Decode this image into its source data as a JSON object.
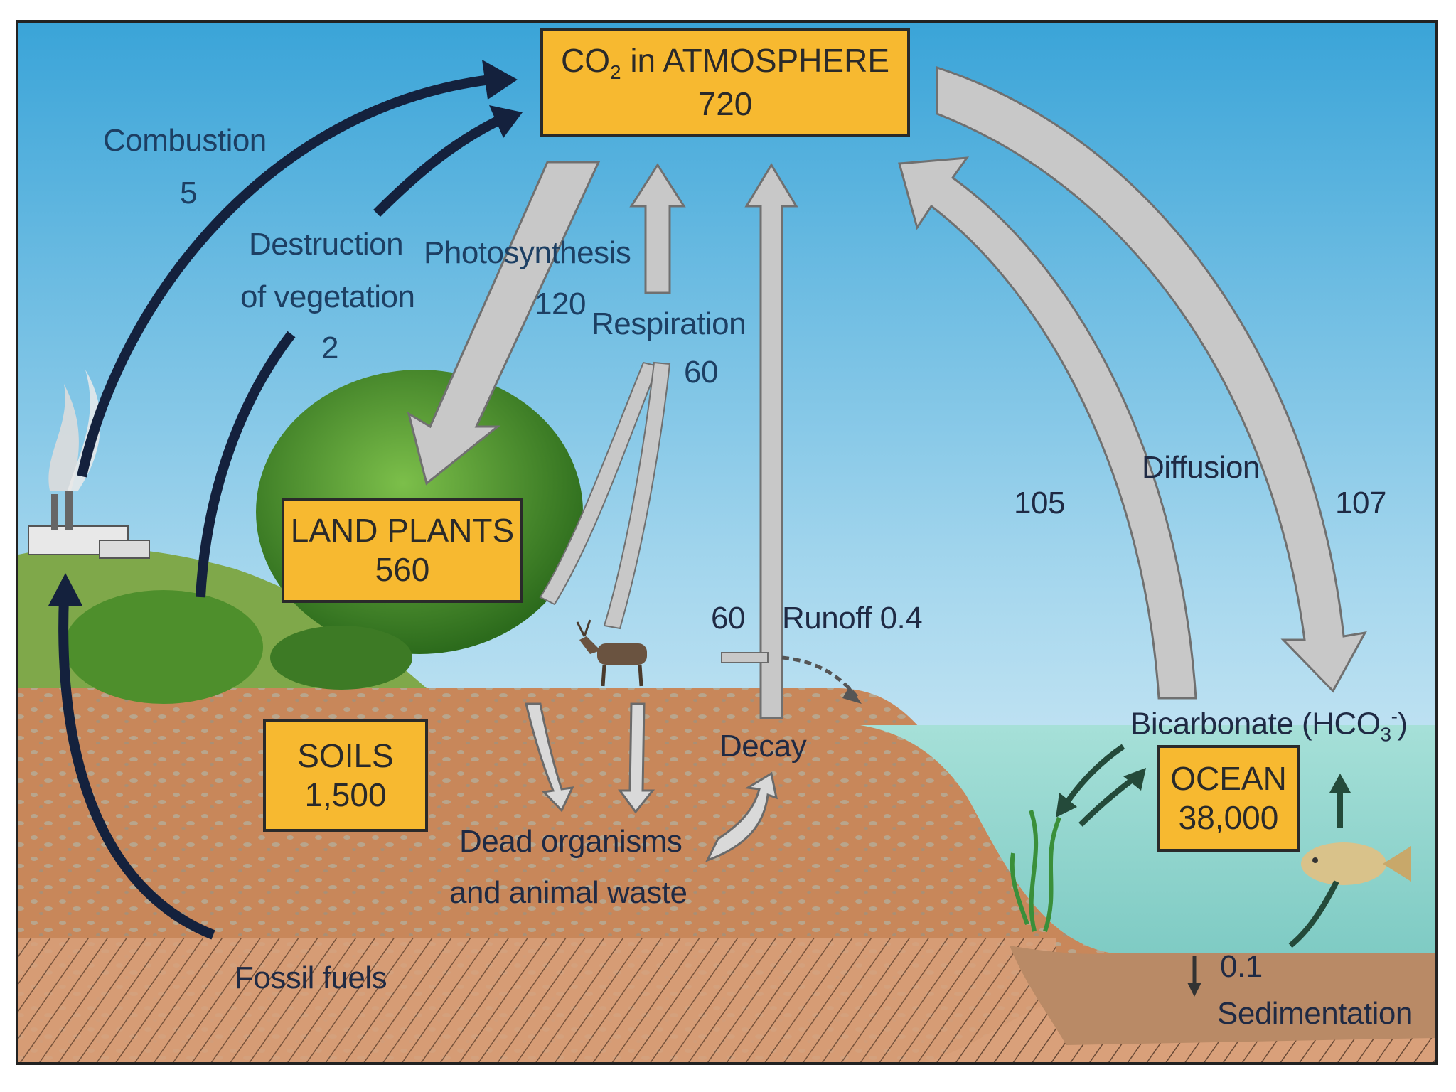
{
  "boxes": {
    "atmosphere": {
      "title_prefix": "CO",
      "title_sub": "2",
      "title_suffix": " in ATMOSPHERE",
      "value": "720"
    },
    "land_plants": {
      "title": "LAND PLANTS",
      "value": "560"
    },
    "soils": {
      "title": "SOILS",
      "value": "1,500"
    },
    "ocean": {
      "title": "OCEAN",
      "value": "38,000"
    }
  },
  "flows": {
    "combustion": {
      "label": "Combustion",
      "value": "5"
    },
    "destruction": {
      "label_line1": "Destruction",
      "label_line2": "of vegetation",
      "value": "2"
    },
    "photosynthesis": {
      "label": "Photosynthesis",
      "value": "120"
    },
    "respiration": {
      "label": "Respiration",
      "value": "60"
    },
    "decay": {
      "label": "Decay",
      "value": "60"
    },
    "runoff": {
      "label": "Runoff",
      "value": "0.4"
    },
    "diffusion": {
      "label": "Diffusion",
      "value_to_atmosphere": "105",
      "value_to_ocean": "107"
    },
    "sedimentation": {
      "label": "Sedimentation",
      "value": "0.1"
    }
  },
  "labels": {
    "bicarbonate_prefix": "Bicarbonate (HCO",
    "bicarbonate_sub": "3",
    "bicarbonate_sup": "-",
    "bicarbonate_suffix": ")",
    "dead_organisms_line1": "Dead organisms",
    "dead_organisms_line2": "and animal waste",
    "fossil_fuels": "Fossil fuels"
  },
  "colors": {
    "sky_top": "#3aa4d8",
    "sky_bottom": "#f2f8fb",
    "box_fill": "#f7b930",
    "dark_arrow": "#14213d",
    "gray_arrow": "#c4c4c4",
    "soil": "#c8875a",
    "ocean": "#8fd6cf",
    "vegetation": "#3f8a2a"
  }
}
